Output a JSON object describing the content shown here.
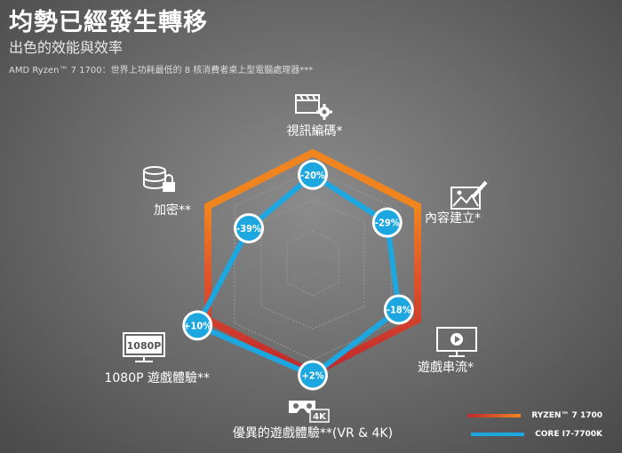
{
  "header": {
    "title": "均勢已經發生轉移",
    "subtitle": "出色的效能與效率",
    "footnote": "AMD Ryzen™ 7 1700：世界上功耗最低的 8 核消費者桌上型電腦處理器***"
  },
  "colors": {
    "ryzen_start": "#c0272d",
    "ryzen_end": "#f0841e",
    "core": "#1da7e0"
  },
  "chart_data": {
    "type": "radar",
    "axes": [
      {
        "label": "視訊編碼*",
        "icon": "video-edit-icon",
        "diff": "-20%"
      },
      {
        "label": "內容建立*",
        "icon": "image-edit-icon",
        "diff": "-29%"
      },
      {
        "label": "遊戲串流*",
        "icon": "play-monitor-icon",
        "diff": "-18%"
      },
      {
        "label": "優異的遊戲體驗**(VR & 4K)",
        "icon": "vr-4k-icon",
        "diff": "+2%"
      },
      {
        "label": "1080P 遊戲體驗**",
        "icon": "1080p-monitor-icon",
        "diff": "+10%"
      },
      {
        "label": "加密**",
        "icon": "database-lock-icon",
        "diff": "-39%"
      }
    ],
    "series": [
      {
        "name": "RYZEN™ 7 1700",
        "values": [
          1,
          1,
          1,
          1,
          1,
          1
        ]
      },
      {
        "name": "CORE I7-7700K",
        "values": [
          0.8,
          0.71,
          0.82,
          1.02,
          1.1,
          0.61
        ]
      }
    ],
    "icon_text": {
      "res": "1080P",
      "vr": "4K"
    }
  }
}
